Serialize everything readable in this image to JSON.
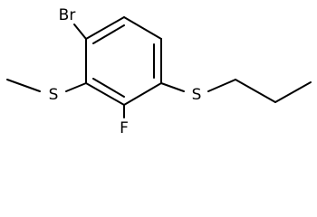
{
  "molecule": {
    "atoms": {
      "bromine": "Br",
      "sulfur_methyl": "S",
      "fluorine": "F",
      "sulfur_propyl": "S"
    }
  }
}
